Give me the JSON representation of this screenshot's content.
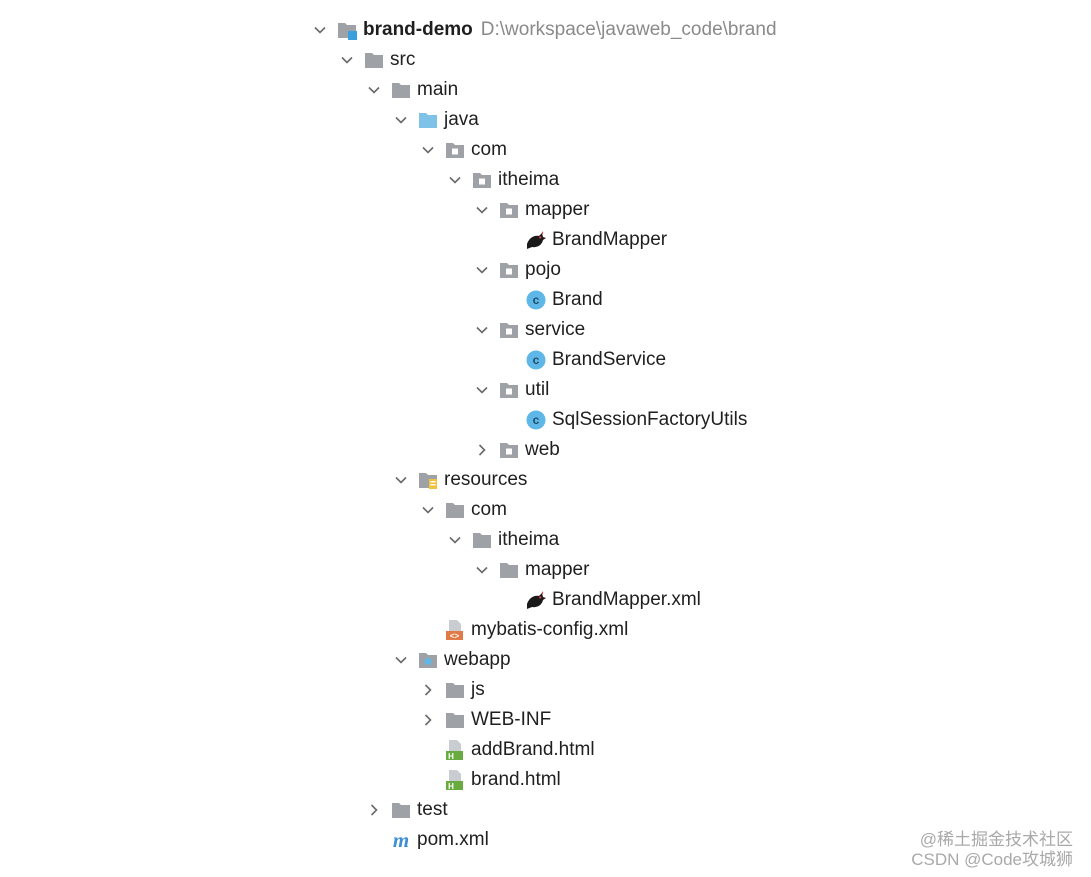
{
  "tree": [
    {
      "label": "brand-demo",
      "path": "D:\\workspace\\javaweb_code\\brand",
      "depth": 0,
      "state": "expanded",
      "icon": "module-folder",
      "bold": true
    },
    {
      "label": "src",
      "depth": 1,
      "state": "expanded",
      "icon": "folder"
    },
    {
      "label": "main",
      "depth": 2,
      "state": "expanded",
      "icon": "folder"
    },
    {
      "label": "java",
      "depth": 3,
      "state": "expanded",
      "icon": "source-folder"
    },
    {
      "label": "com",
      "depth": 4,
      "state": "expanded",
      "icon": "package-folder"
    },
    {
      "label": "itheima",
      "depth": 5,
      "state": "expanded",
      "icon": "package-folder"
    },
    {
      "label": "mapper",
      "depth": 6,
      "state": "expanded",
      "icon": "package-folder"
    },
    {
      "label": "BrandMapper",
      "depth": 7,
      "state": "leaf",
      "icon": "mybatis-bird"
    },
    {
      "label": "pojo",
      "depth": 6,
      "state": "expanded",
      "icon": "package-folder"
    },
    {
      "label": "Brand",
      "depth": 7,
      "state": "leaf",
      "icon": "java-class"
    },
    {
      "label": "service",
      "depth": 6,
      "state": "expanded",
      "icon": "package-folder"
    },
    {
      "label": "BrandService",
      "depth": 7,
      "state": "leaf",
      "icon": "java-class"
    },
    {
      "label": "util",
      "depth": 6,
      "state": "expanded",
      "icon": "package-folder"
    },
    {
      "label": "SqlSessionFactoryUtils",
      "depth": 7,
      "state": "leaf",
      "icon": "java-class"
    },
    {
      "label": "web",
      "depth": 6,
      "state": "collapsed",
      "icon": "package-folder"
    },
    {
      "label": "resources",
      "depth": 3,
      "state": "expanded",
      "icon": "resources-folder"
    },
    {
      "label": "com",
      "depth": 4,
      "state": "expanded",
      "icon": "folder"
    },
    {
      "label": "itheima",
      "depth": 5,
      "state": "expanded",
      "icon": "folder"
    },
    {
      "label": "mapper",
      "depth": 6,
      "state": "expanded",
      "icon": "folder"
    },
    {
      "label": "BrandMapper.xml",
      "depth": 7,
      "state": "leaf",
      "icon": "mybatis-bird"
    },
    {
      "label": "mybatis-config.xml",
      "depth": 4,
      "state": "leaf",
      "icon": "xml-file"
    },
    {
      "label": "webapp",
      "depth": 3,
      "state": "expanded",
      "icon": "web-folder"
    },
    {
      "label": "js",
      "depth": 4,
      "state": "collapsed",
      "icon": "folder"
    },
    {
      "label": "WEB-INF",
      "depth": 4,
      "state": "collapsed",
      "icon": "folder"
    },
    {
      "label": "addBrand.html",
      "depth": 4,
      "state": "leaf",
      "icon": "html-file"
    },
    {
      "label": "brand.html",
      "depth": 4,
      "state": "leaf",
      "icon": "html-file"
    },
    {
      "label": "test",
      "depth": 2,
      "state": "collapsed",
      "icon": "folder"
    },
    {
      "label": "pom.xml",
      "depth": 2,
      "state": "leaf",
      "icon": "maven-file"
    }
  ],
  "watermark": {
    "line1": "@稀土掘金技术社区",
    "line2": "CSDN @Code攻城狮"
  },
  "colors": {
    "folder": "#9ea2a6",
    "source_folder": "#7fc2e8",
    "java_class": "#5fb7e8",
    "xml": "#e07b48",
    "html": "#6aab3f",
    "maven": "#3f8fd6",
    "path_text": "#8a8a8a"
  }
}
